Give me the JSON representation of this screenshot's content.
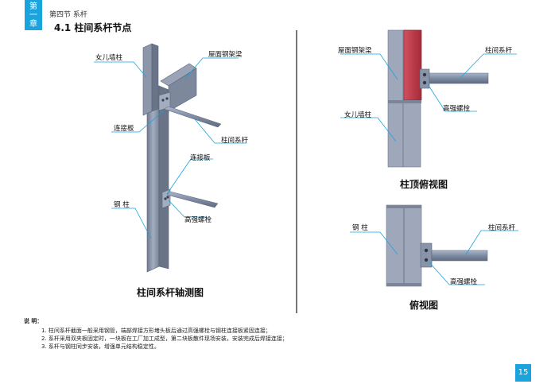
{
  "chapter": {
    "tab": [
      "第",
      "一",
      "章"
    ]
  },
  "section": {
    "title": "第四节  系杆"
  },
  "subsection": {
    "title": "4.1  柱间系杆节点"
  },
  "left": {
    "labels": {
      "parapet": "女儿墙柱",
      "roof_beam": "屋面钢架梁",
      "plate": "连接板",
      "tie": "柱间系杆",
      "plate2": "连接板",
      "column": "钢  柱",
      "bolt": "高强螺栓"
    },
    "caption": "柱间系杆轴测图"
  },
  "top_right": {
    "labels": {
      "roof_beam": "屋面钢架梁",
      "tie": "柱间系杆",
      "bolt": "高强螺栓",
      "parapet": "女儿墙柱"
    },
    "caption": "柱顶俯视图"
  },
  "bottom_right": {
    "labels": {
      "column": "钢  柱",
      "tie": "柱间系杆",
      "bolt": "高强螺栓"
    },
    "caption": "俯视图"
  },
  "notes": {
    "heading": "说  明：",
    "items": [
      "1. 柱间系杆截面一般采用钢管，端部焊接方形堵头板后通过高强螺栓与钢柱连接板紧固连接；",
      "2. 系杆采用双夹板固定时，一块板在工厂加工成型，第二块板散件现场安装，安装完成后焊接连接；",
      "3. 系杆与钢柱同步安装，增强单元结构稳定性。"
    ]
  },
  "page_number": "15",
  "colors": {
    "accent": "#1aa3dd",
    "steel": "#8f99ad",
    "red": "#c23b48",
    "blue_pipe": "#7d8fa8"
  }
}
